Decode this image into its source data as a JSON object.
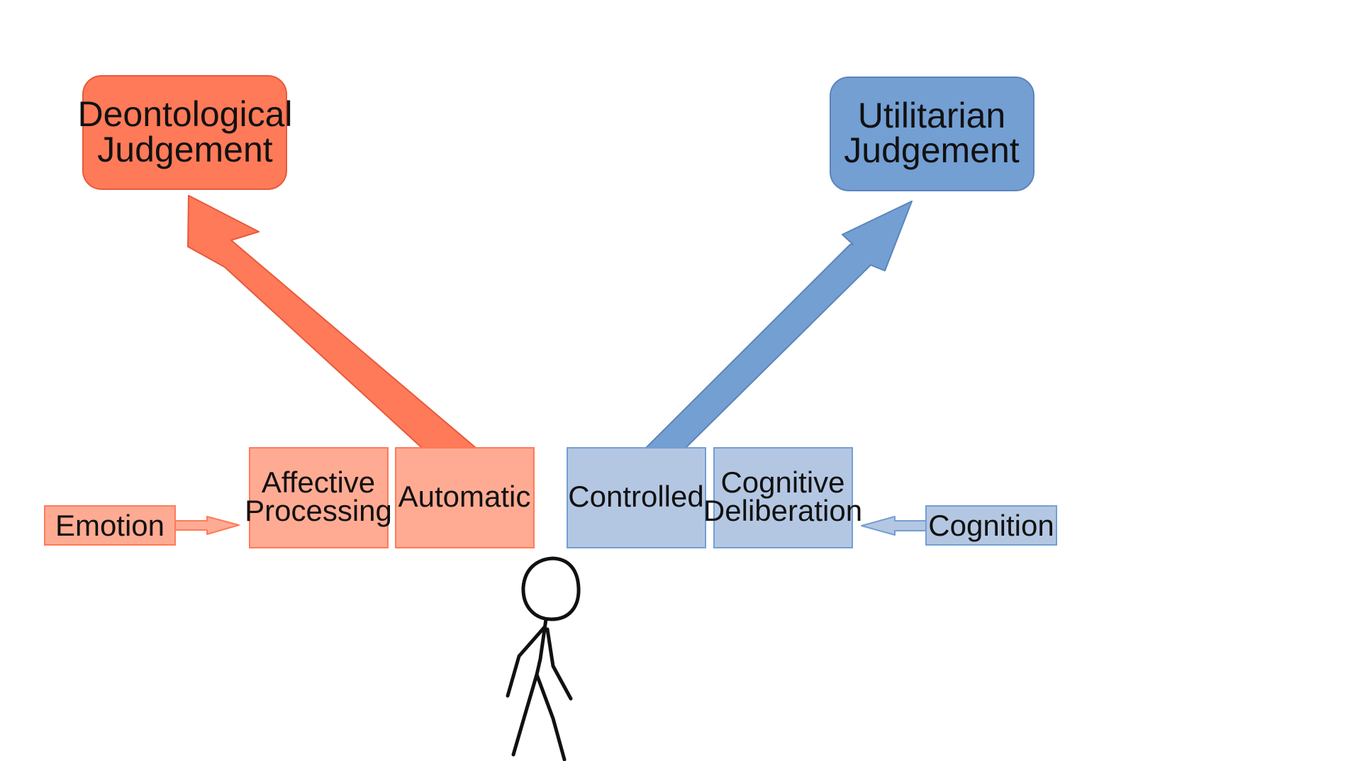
{
  "colors": {
    "emotion_strong": "#ff7a59",
    "emotion_border": "#e8593a",
    "emotion_light": "#ffab93",
    "cognition_strong": "#739fd3",
    "cognition_border": "#5b85bc",
    "cognition_light": "#b4c7e2",
    "figure": "#111111"
  },
  "judgements": {
    "deontological": {
      "line1": "Deontological",
      "line2": "Judgement"
    },
    "utilitarian": {
      "line1": "Utilitarian",
      "line2": "Judgement"
    }
  },
  "processes": {
    "affective": {
      "line1": "Affective",
      "line2": "Processing"
    },
    "automatic": {
      "label": "Automatic"
    },
    "controlled": {
      "label": "Controlled"
    },
    "cognitive": {
      "line1": "Cognitive",
      "line2": "Deliberation"
    }
  },
  "inputs": {
    "emotion": {
      "label": "Emotion"
    },
    "cognition": {
      "label": "Cognition"
    }
  }
}
